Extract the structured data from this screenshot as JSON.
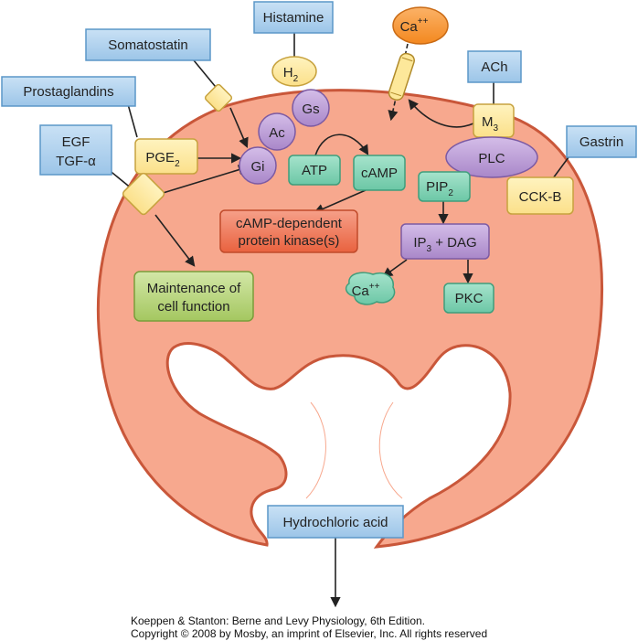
{
  "labels": {
    "histamine": "Histamine",
    "somatostatin": "Somatostatin",
    "prostaglandins": "Prostaglandins",
    "egf": "EGF",
    "tgf": "TGF-α",
    "ach": "ACh",
    "gastrin": "Gastrin",
    "ca_outside": "Ca",
    "ca_outside_sup": "++",
    "h2": "H",
    "h2_sub": "2",
    "gs": "Gs",
    "ac": "Ac",
    "gi": "Gi",
    "pge2": "PGE",
    "pge2_sub": "2",
    "m3": "M",
    "m3_sub": "3",
    "plc": "PLC",
    "cckb": "CCK-B",
    "atp": "ATP",
    "camp": "cAMP",
    "pip2": "PIP",
    "pip2_sub": "2",
    "kinase_line1": "cAMP-dependent",
    "kinase_line2": "protein kinase(s)",
    "ip3": "IP",
    "ip3_sub": "3",
    "ip3_rest": " + DAG",
    "ca_inside": "Ca",
    "ca_inside_sup": "++",
    "pkc": "PKC",
    "maint_line1": "Maintenance of",
    "maint_line2": "cell function",
    "hcl": "Hydrochloric acid"
  },
  "credits": {
    "line1": "Koeppen & Stanton: Berne and Levy Physiology, 6th Edition.",
    "line2": "Copyright © 2008 by Mosby, an imprint of Elsevier, Inc. All rights reserved"
  },
  "colors": {
    "cell_fill": "#f7a88e",
    "cell_stroke": "#c9573a",
    "blue_box": "#a9cdec",
    "blue_box_stroke": "#5b97c8",
    "yellow": "#fde89a",
    "purple": "#b89ad4",
    "teal": "#7fd1b4",
    "red_box": "#ee7a5c",
    "green_box": "#b4d27a",
    "orange": "#f79a3c"
  }
}
